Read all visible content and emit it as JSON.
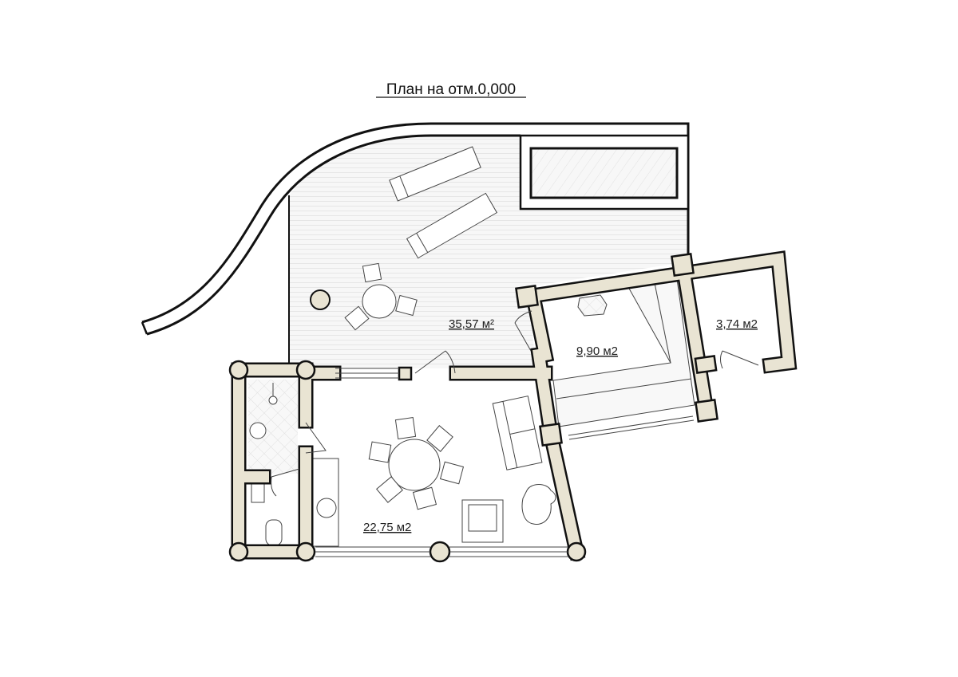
{
  "title": "План на отм.0,000",
  "rooms": [
    {
      "name": "terrace",
      "area": "35,57 м²"
    },
    {
      "name": "sauna",
      "area": "9,90 м2"
    },
    {
      "name": "small-room",
      "area": "3,74 м2"
    },
    {
      "name": "living-room",
      "area": "22,75 м2"
    }
  ],
  "colors": {
    "wall": "#e9e4d3",
    "outline": "#111111",
    "terrace_floor": "#f3f3f3",
    "pool_water": "#f1f1f1"
  }
}
